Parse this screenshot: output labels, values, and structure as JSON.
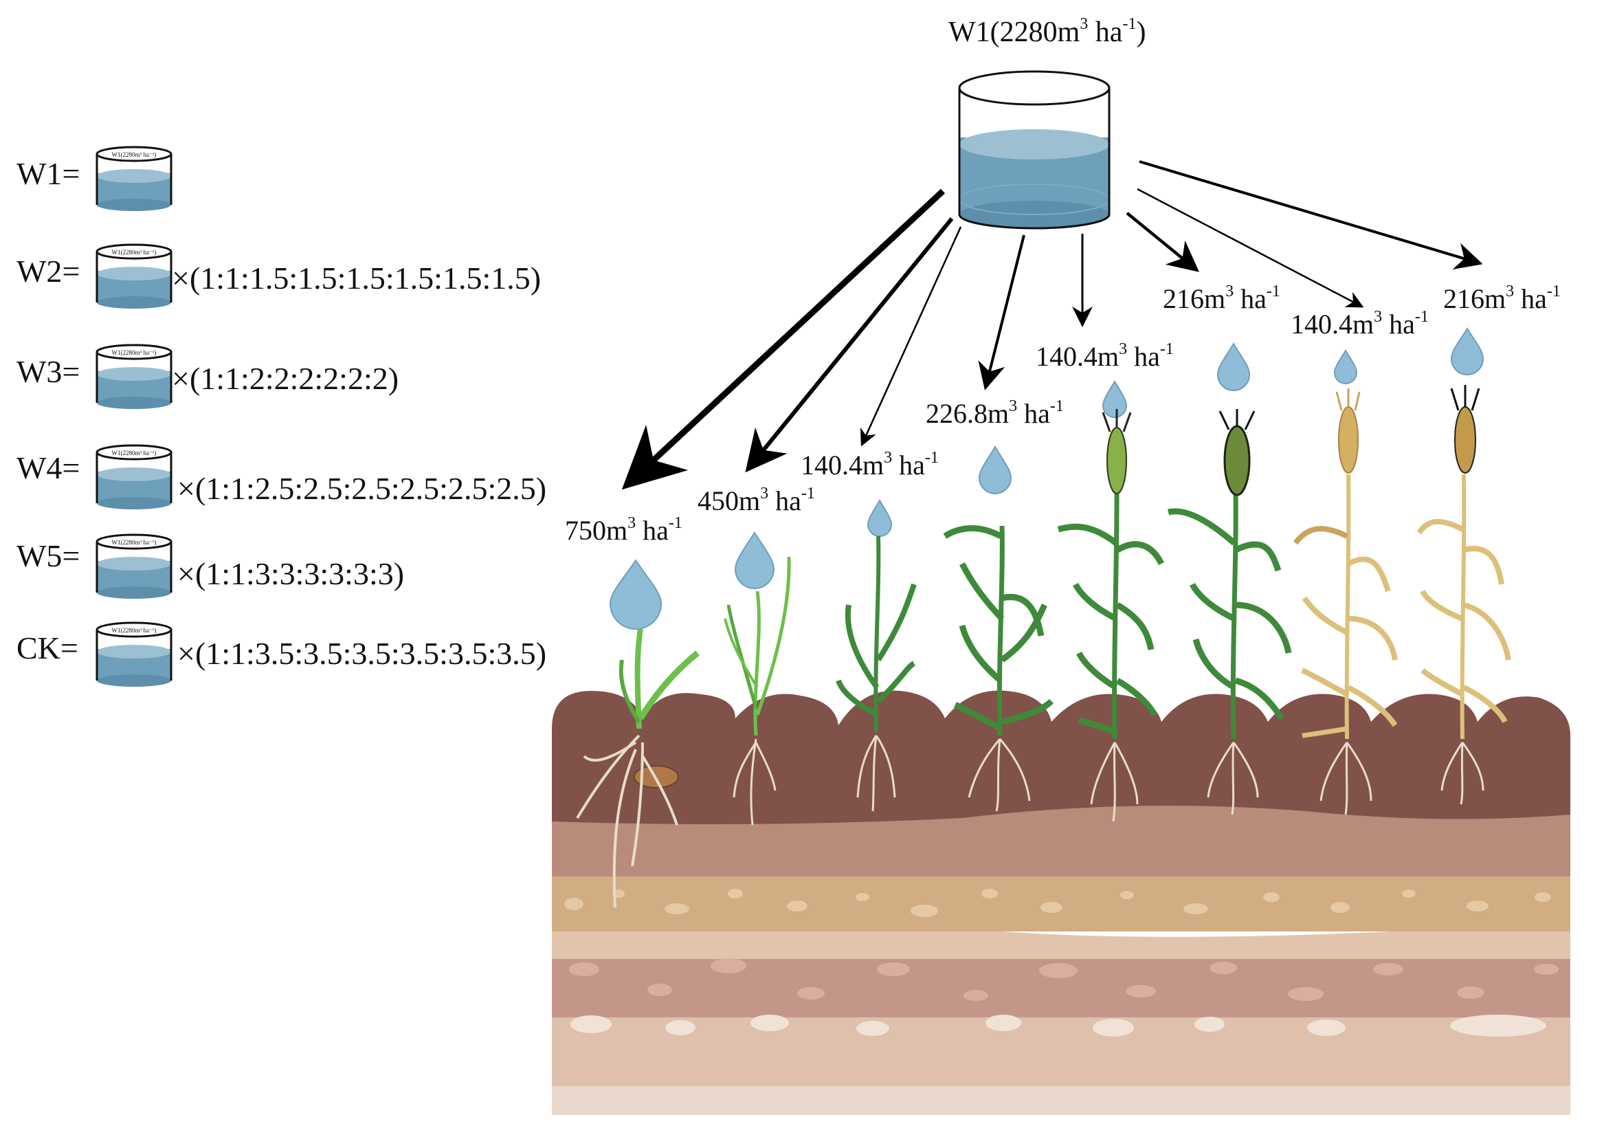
{
  "source": {
    "label_main": "W1(2280m",
    "label_sup": "3",
    "label_unit": " ha",
    "label_sup2": "-1",
    "label_close": ")",
    "mini_label": "W1(2280m³ ha⁻¹)"
  },
  "legend": [
    {
      "key": "W1=",
      "ratio": ""
    },
    {
      "key": "W2=",
      "ratio": "×(1:1:1.5:1.5:1.5:1.5:1.5:1.5)"
    },
    {
      "key": "W3=",
      "ratio": "×(1:1:2:2:2:2:2:2)"
    },
    {
      "key": "W4=",
      "ratio": "×(1:1:2.5:2.5:2.5:2.5:2.5:2.5)"
    },
    {
      "key": "W5=",
      "ratio": "×(1:1:3:3:3:3:3:3)"
    },
    {
      "key": "CK=",
      "ratio": "×(1:1:3.5:3.5:3.5:3.5:3.5:3.5)"
    }
  ],
  "stages": [
    {
      "amount": "750",
      "unit": "m",
      "sup": "3",
      "tail": " ha",
      "sup2": "-1"
    },
    {
      "amount": "450",
      "unit": "m",
      "sup": "3",
      "tail": " ha",
      "sup2": "-1"
    },
    {
      "amount": "140.4",
      "unit": "m",
      "sup": "3",
      "tail": " ha",
      "sup2": "-1"
    },
    {
      "amount": "226.8",
      "unit": "m",
      "sup": "3",
      "tail": " ha",
      "sup2": "-1"
    },
    {
      "amount": "140.4",
      "unit": "m",
      "sup": "3",
      "tail": " ha",
      "sup2": "-1"
    },
    {
      "amount": "216",
      "unit": "m",
      "sup": "3",
      "tail": " ha",
      "sup2": "-1"
    },
    {
      "amount": "140.4",
      "unit": "m",
      "sup": "3",
      "tail": " ha",
      "sup2": "-1"
    },
    {
      "amount": "216",
      "unit": "m",
      "sup": "3",
      "tail": " ha",
      "sup2": "-1"
    }
  ],
  "colors": {
    "water_top": "#9cc0d2",
    "water_body": "#6e9fbb",
    "drop": "#8fbcd6",
    "topsoil": "#80524a",
    "layer2": "#b98b7b",
    "layer3": "#d2ad84",
    "layer4": "#c4968a",
    "layer5": "#dec0ad",
    "layer6": "#ead8cd",
    "leaf_green": "#3f8a3a",
    "leaf_young": "#6cc04a",
    "leaf_dry": "#dcc07a",
    "root": "#e8dcc8"
  }
}
